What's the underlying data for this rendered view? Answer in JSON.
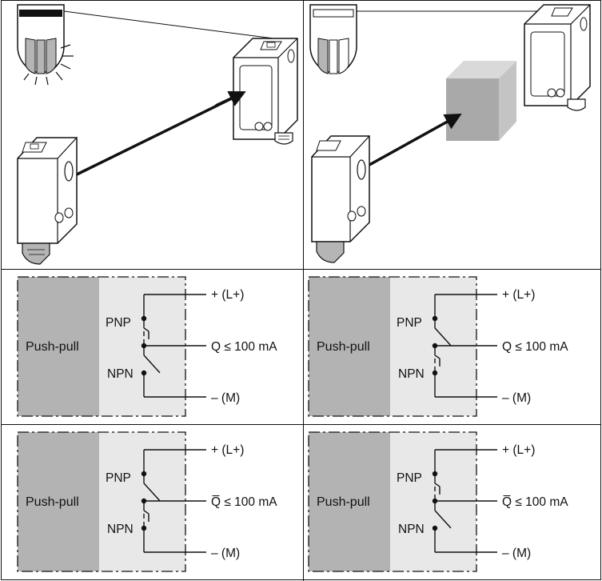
{
  "scene_left": {
    "description_none": "",
    "state": "light-received",
    "receiver_indicator": "lit"
  },
  "scene_right": {
    "state": "light-blocked",
    "receiver_indicator": "off"
  },
  "colors": {
    "device_body": "#ffffff",
    "outline": "#111111",
    "housing_dark": "#b5b5b5",
    "circuit_dark_panel": "#b3b3b3",
    "circuit_light_panel": "#e8e8e8",
    "box_front": "#a9a9a9",
    "box_top": "#d9d9d9",
    "box_side": "#c4c4c4"
  },
  "panels": [
    {
      "mode": "Push-pull",
      "pnp": "PNP",
      "npn": "NPN",
      "supply_pos": "+ (L+)",
      "output": "Q ≤ 100 mA",
      "supply_neg": "– (M)",
      "pnp_switch": "closed",
      "npn_switch": "open"
    },
    {
      "mode": "Push-pull",
      "pnp": "PNP",
      "npn": "NPN",
      "supply_pos": "+ (L+)",
      "output": "Q ≤ 100 mA",
      "supply_neg": "– (M)",
      "pnp_switch": "open",
      "npn_switch": "closed"
    },
    {
      "mode": "Push-pull",
      "pnp": "PNP",
      "npn": "NPN",
      "supply_pos": "+ (L+)",
      "output": "Q̅ ≤ 100 mA",
      "supply_neg": "– (M)",
      "pnp_switch": "open",
      "npn_switch": "closed"
    },
    {
      "mode": "Push-pull",
      "pnp": "PNP",
      "npn": "NPN",
      "supply_pos": "+ (L+)",
      "output": "Q̅ ≤ 100 mA",
      "supply_neg": "– (M)",
      "pnp_switch": "closed",
      "npn_switch": "open"
    }
  ]
}
